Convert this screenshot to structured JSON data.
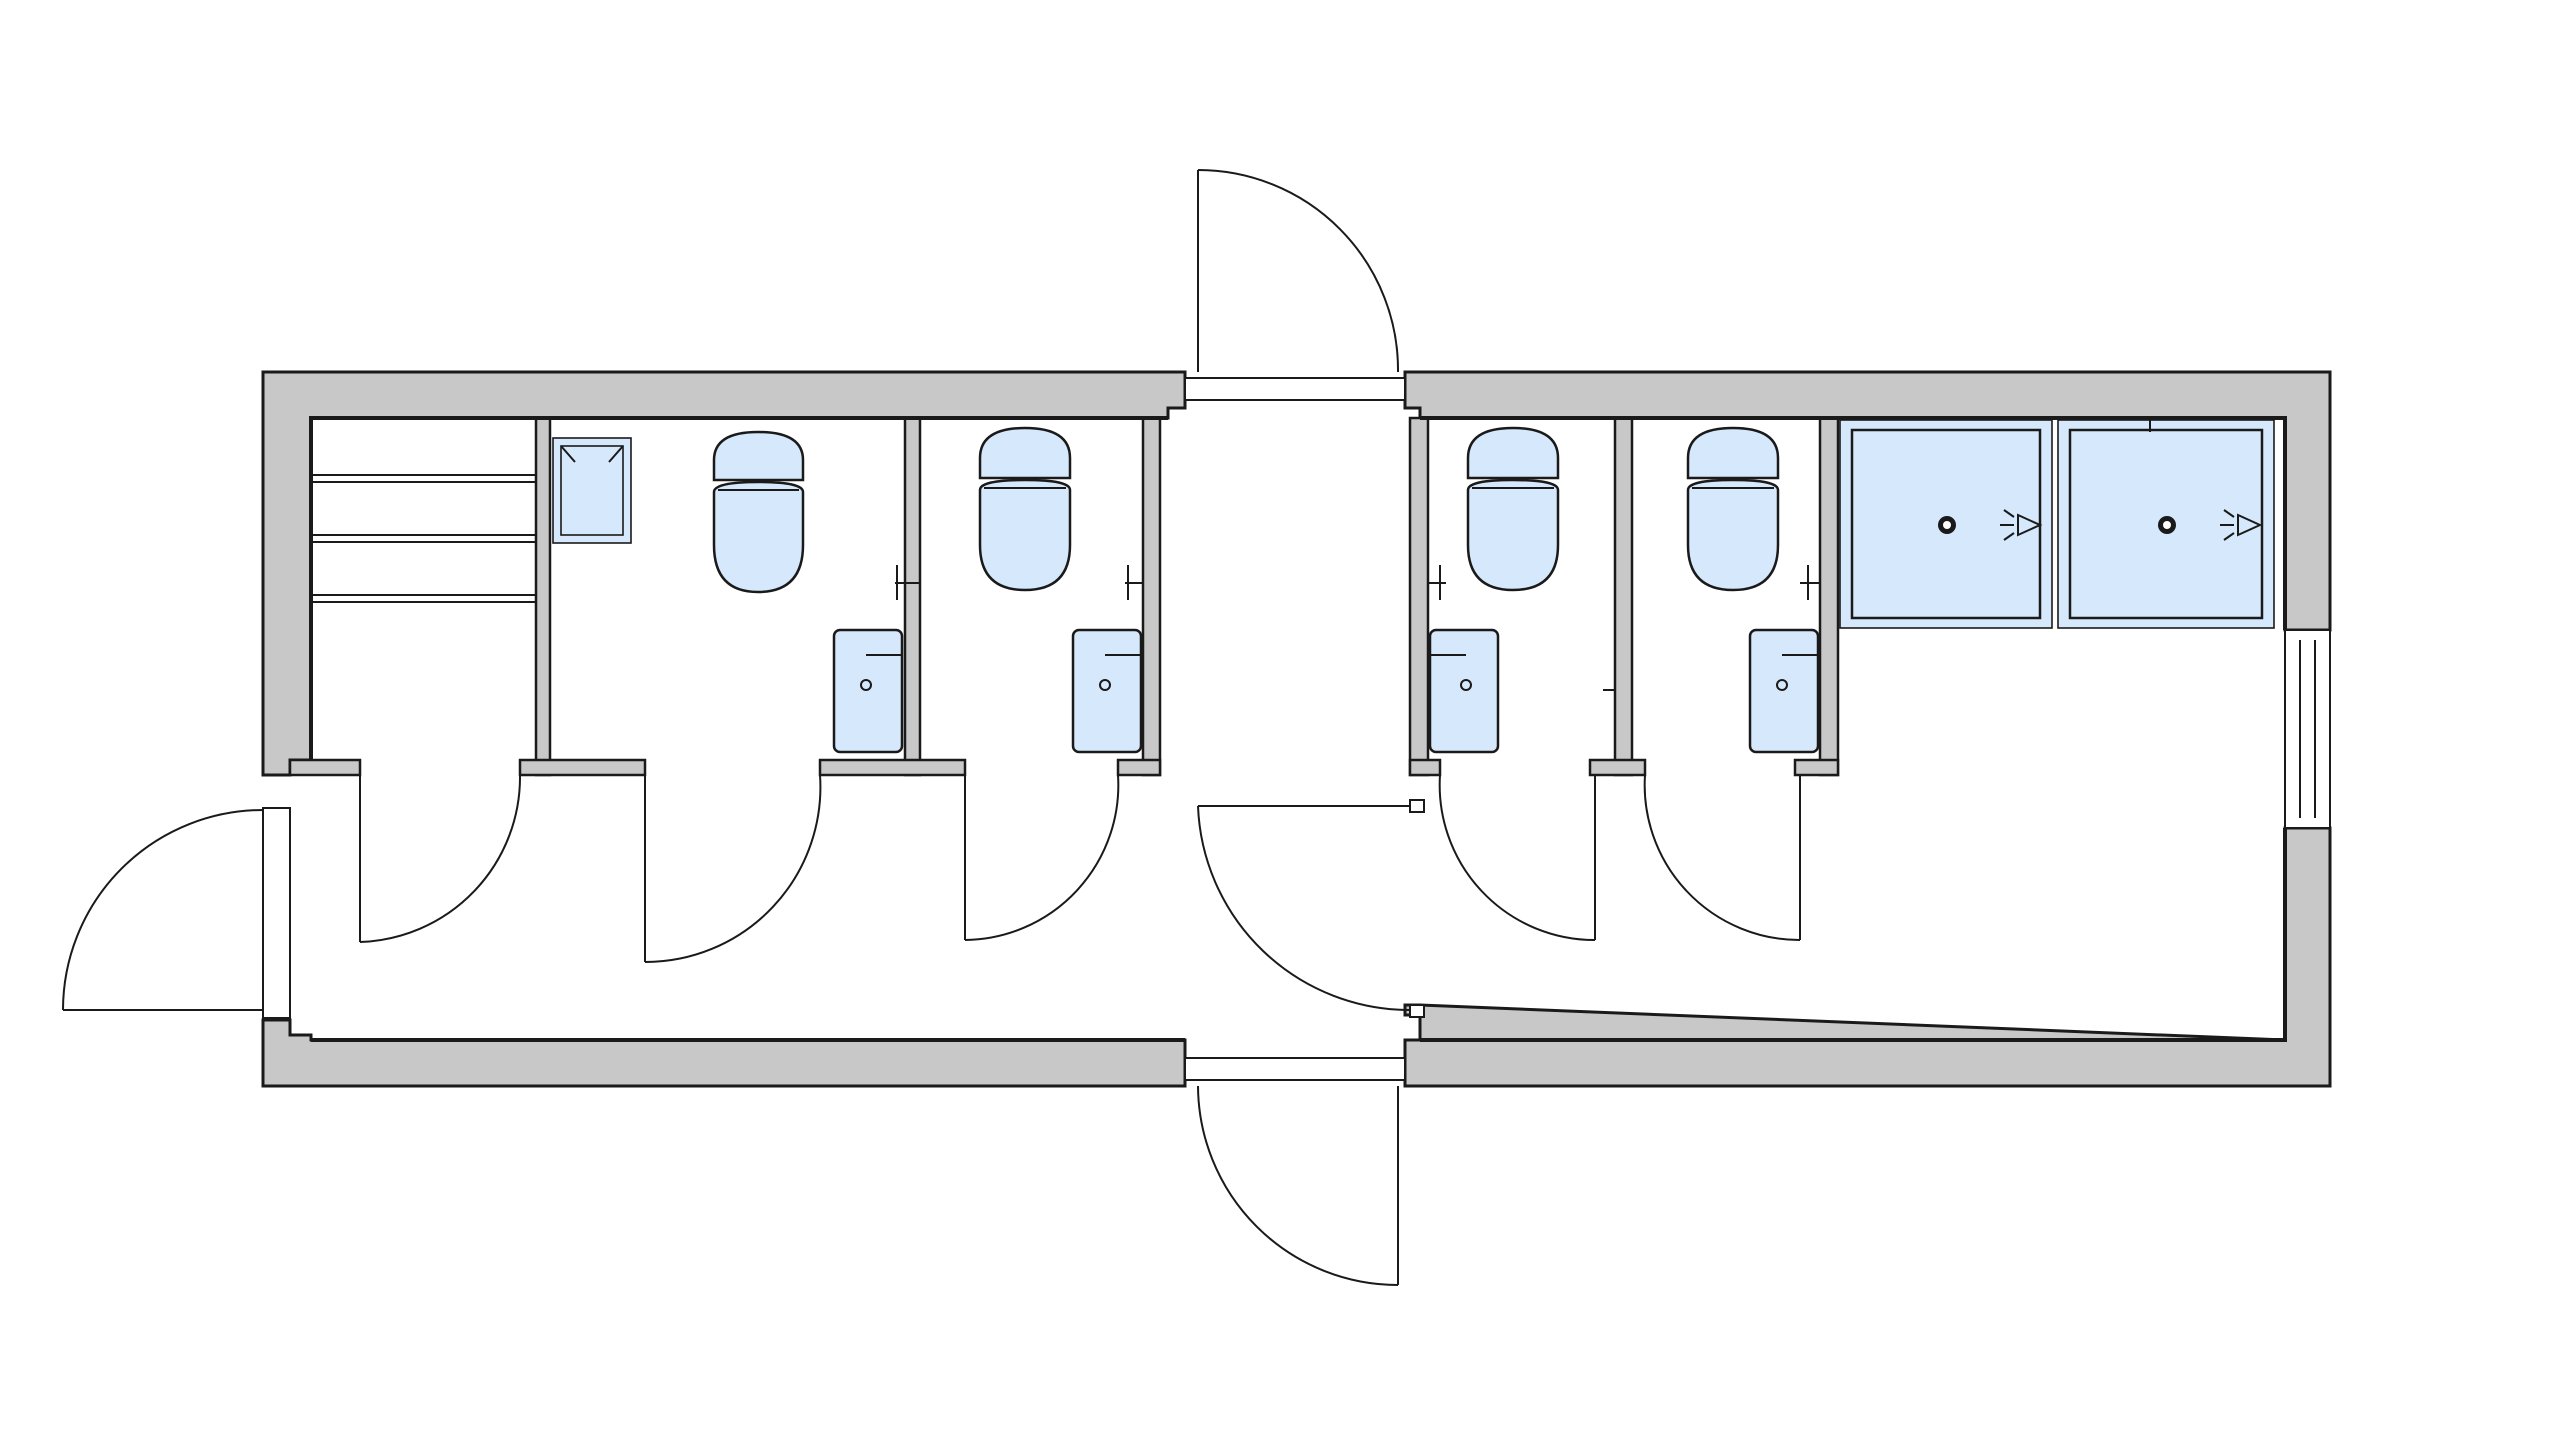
{
  "plan": {
    "wall_color": "#c8c8c8",
    "fixture_color": "#d6e8fb",
    "line_color": "#1a1a1a",
    "rooms": [
      {
        "id": "storage",
        "shelves": 3
      },
      {
        "id": "wc-1",
        "fixtures": [
          "toilet-icon",
          "sink-icon",
          "cleaner-sink-icon"
        ]
      },
      {
        "id": "wc-2",
        "fixtures": [
          "toilet-icon",
          "sink-icon"
        ]
      },
      {
        "id": "wc-3",
        "fixtures": [
          "toilet-icon",
          "sink-icon"
        ]
      },
      {
        "id": "wc-4",
        "fixtures": [
          "toilet-icon",
          "sink-icon"
        ]
      },
      {
        "id": "shower-area",
        "fixtures": [
          "shower-icon",
          "shower-icon"
        ]
      }
    ],
    "doors": [
      "entry-door-west",
      "entry-door-north",
      "entry-door-south",
      "corridor-door",
      "storage-door",
      "wc-1-door",
      "wc-2-door",
      "wc-3-door",
      "wc-4-door"
    ],
    "windows": [
      "window-east"
    ]
  }
}
